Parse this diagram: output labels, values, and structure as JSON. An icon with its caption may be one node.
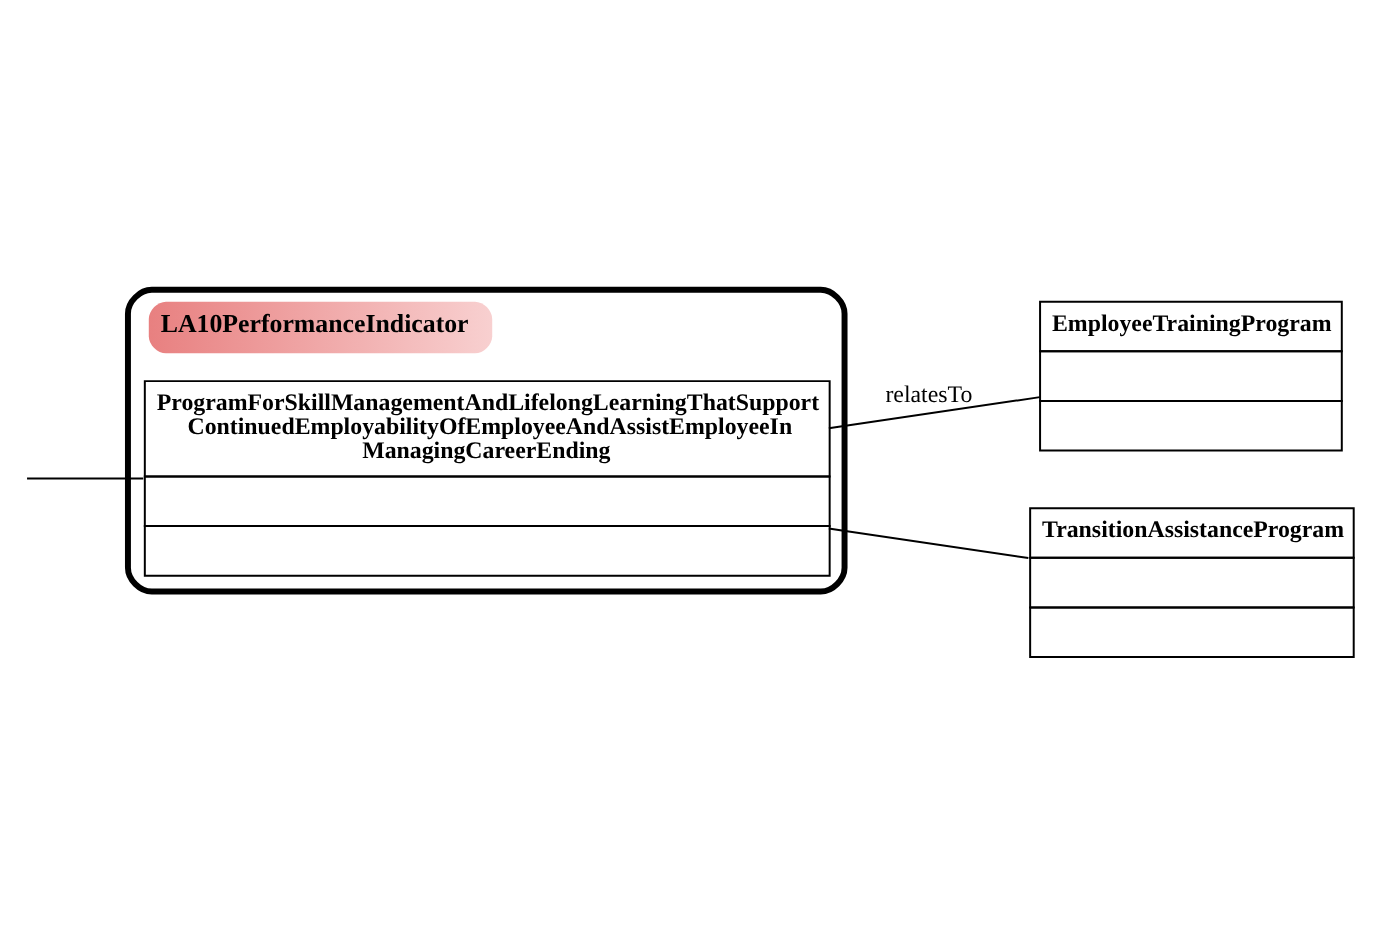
{
  "diagram": {
    "nodes": [
      {
        "text": [
          "LA10PerformanceIndicator"
        ]
      },
      {
        "text": [
          "ProgramForSkillManagementAndLifelongLearningThatSupportContinuedEmployabilityOfEmployeeAndAssistEmployeeInManagingCareerEnding"
        ],
        "in": 0
      },
      {
        "text": [
          "EmployeeTrainingProgram"
        ]
      },
      {
        "text": [
          "TransitionAssistanceProgram"
        ]
      }
    ],
    "edges": [
      {
        "from": null,
        "to": 1,
        "arrow": "none"
      },
      {
        "from": 1,
        "to": 2,
        "arrow": "none",
        "label": "relatesTo"
      },
      {
        "from": 1,
        "to": 3,
        "arrow": "none"
      }
    ]
  }
}
